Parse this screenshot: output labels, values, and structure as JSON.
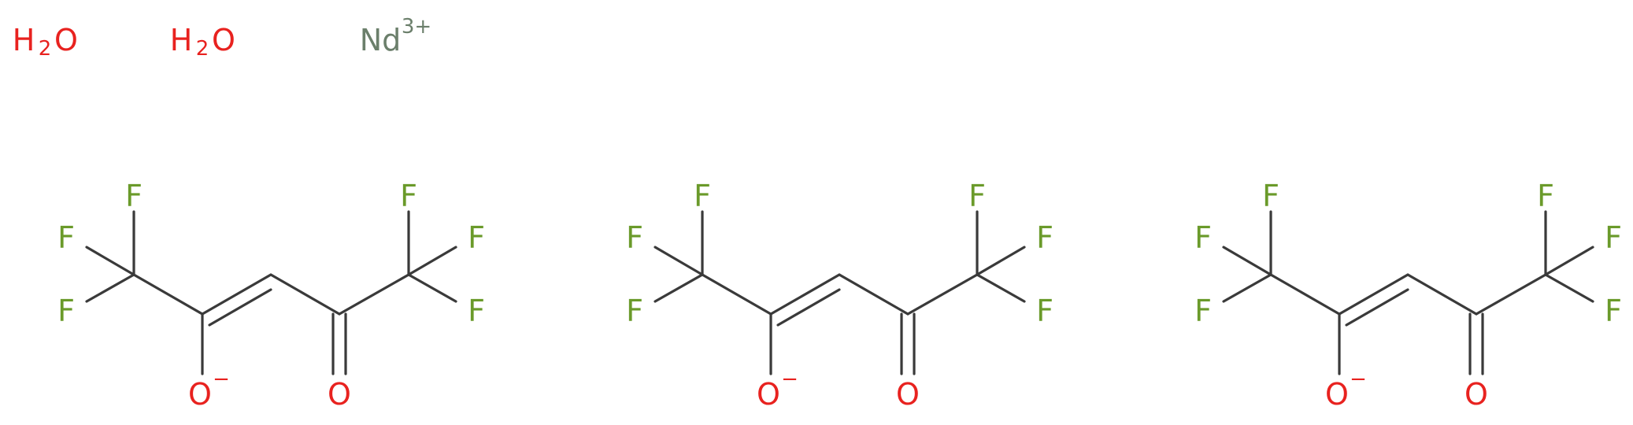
{
  "colors": {
    "fluorine": "#6a9a2a",
    "oxygen": "#e8221f",
    "neodymium": "#6b7f6b",
    "bond": "#3a3a3a"
  },
  "species": {
    "water_1": {
      "h": "H",
      "h_count": "2",
      "o": "O"
    },
    "water_2": {
      "h": "H",
      "h_count": "2",
      "o": "O"
    },
    "ion": {
      "symbol": "Nd",
      "charge": "3+"
    }
  },
  "anion": {
    "fluorine": "F",
    "oxygen": "O",
    "oxide_charge": "−"
  }
}
